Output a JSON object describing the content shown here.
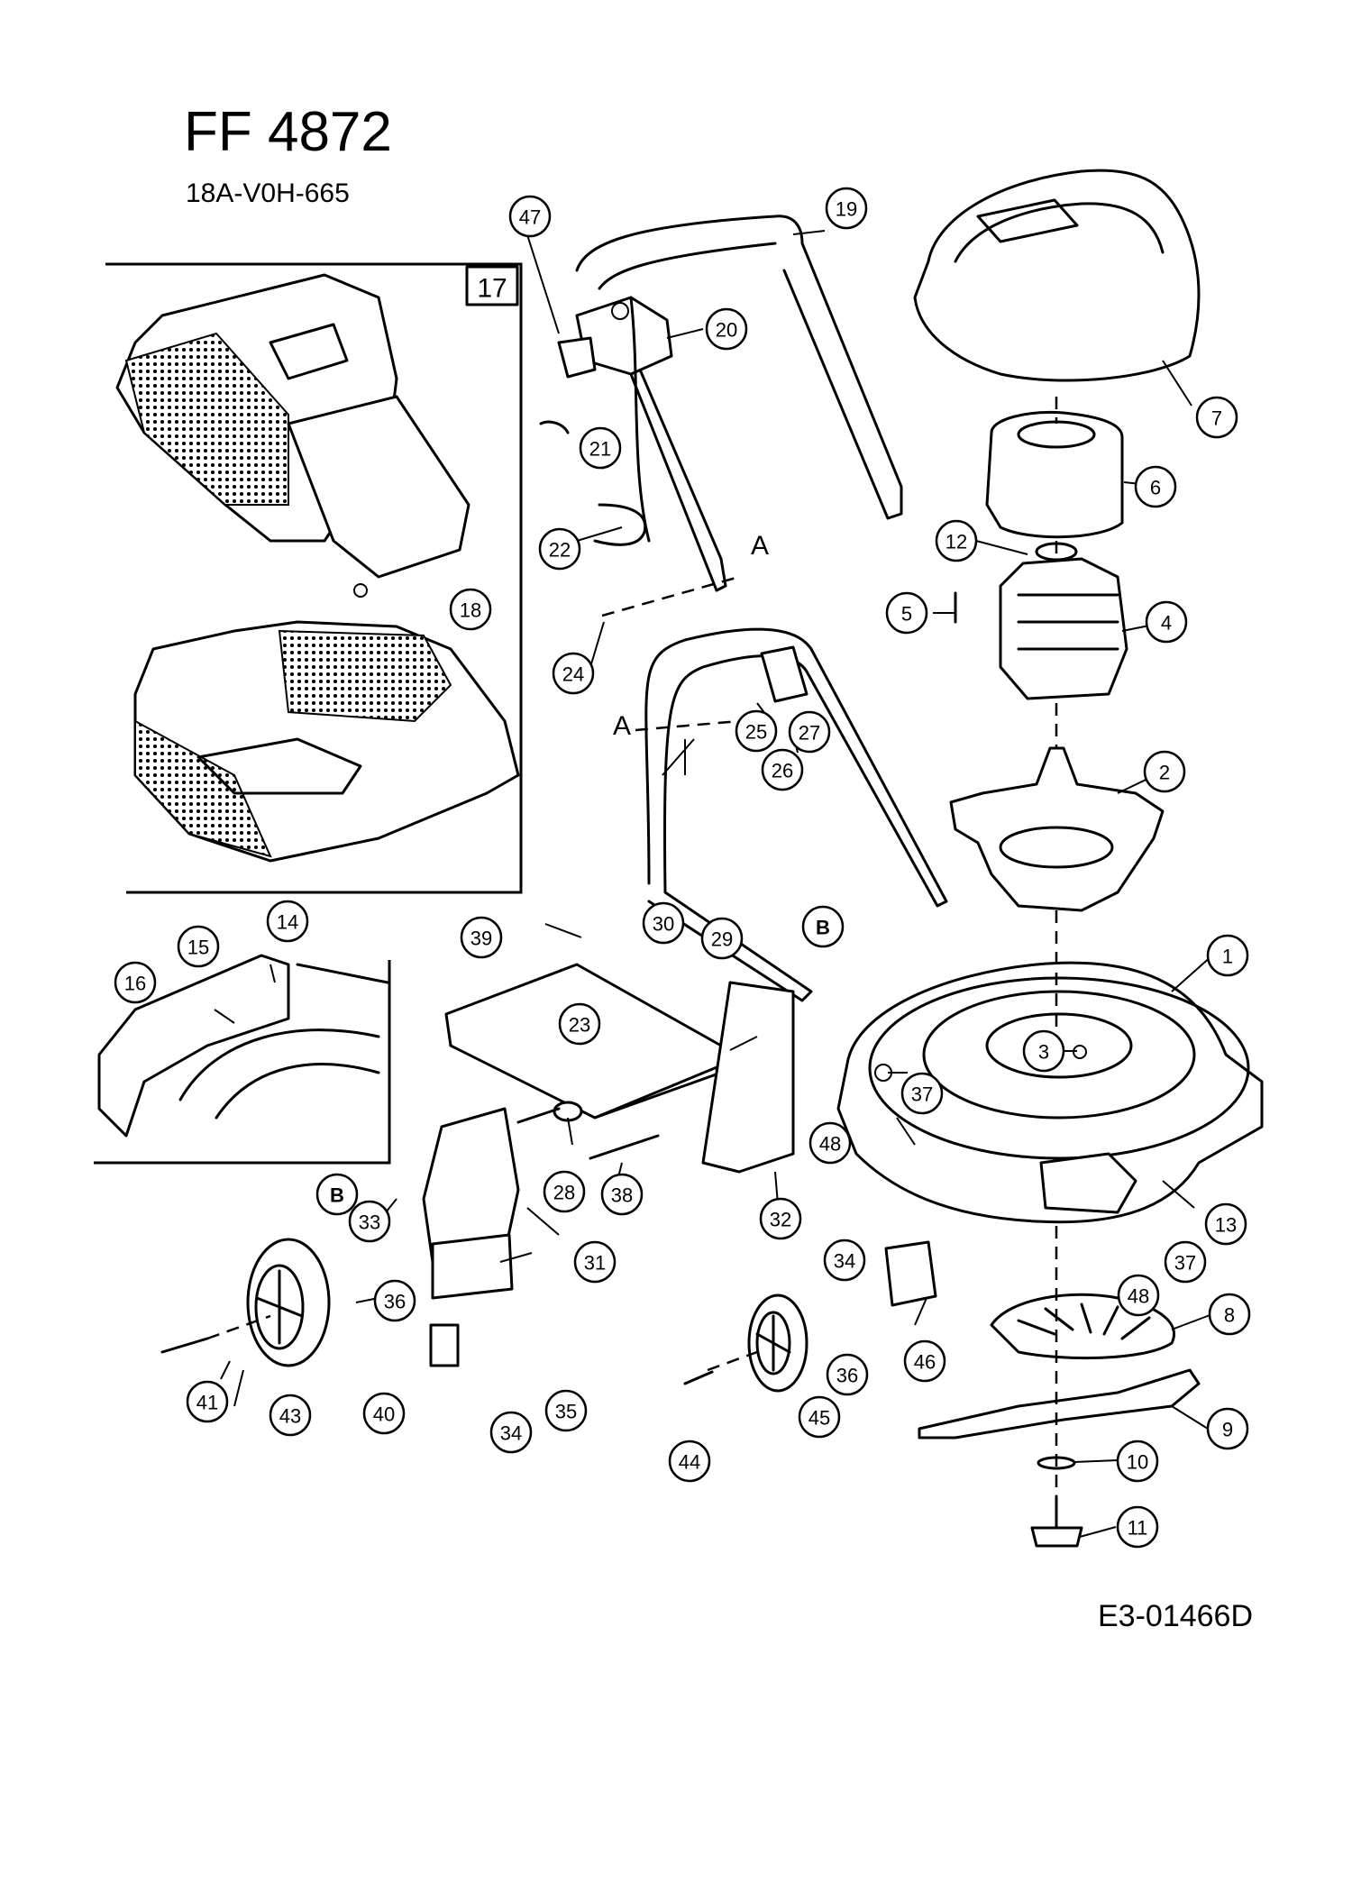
{
  "header": {
    "model": "FF 4872",
    "part_number": "18A-V0H-665"
  },
  "footer": {
    "diagram_id": "E3-01466D"
  },
  "inset_box_label": "17",
  "reference_letters": [
    "A",
    "A"
  ],
  "callouts": [
    {
      "n": "1"
    },
    {
      "n": "2"
    },
    {
      "n": "3"
    },
    {
      "n": "4"
    },
    {
      "n": "5"
    },
    {
      "n": "6"
    },
    {
      "n": "7"
    },
    {
      "n": "8"
    },
    {
      "n": "9"
    },
    {
      "n": "10"
    },
    {
      "n": "11"
    },
    {
      "n": "12"
    },
    {
      "n": "13"
    },
    {
      "n": "14"
    },
    {
      "n": "15"
    },
    {
      "n": "16"
    },
    {
      "n": "18"
    },
    {
      "n": "19"
    },
    {
      "n": "20"
    },
    {
      "n": "21"
    },
    {
      "n": "22"
    },
    {
      "n": "23"
    },
    {
      "n": "24"
    },
    {
      "n": "25"
    },
    {
      "n": "26"
    },
    {
      "n": "27"
    },
    {
      "n": "28"
    },
    {
      "n": "29"
    },
    {
      "n": "30"
    },
    {
      "n": "B"
    },
    {
      "n": "31"
    },
    {
      "n": "32"
    },
    {
      "n": "33"
    },
    {
      "n": "34"
    },
    {
      "n": "35"
    },
    {
      "n": "36"
    },
    {
      "n": "37"
    },
    {
      "n": "38"
    },
    {
      "n": "39"
    },
    {
      "n": "40"
    },
    {
      "n": "41"
    },
    {
      "n": "43"
    },
    {
      "n": "44"
    },
    {
      "n": "45"
    },
    {
      "n": "36"
    },
    {
      "n": "46"
    },
    {
      "n": "34"
    },
    {
      "n": "47"
    },
    {
      "n": "48"
    },
    {
      "n": "37"
    },
    {
      "n": "48"
    },
    {
      "n": "B"
    }
  ]
}
